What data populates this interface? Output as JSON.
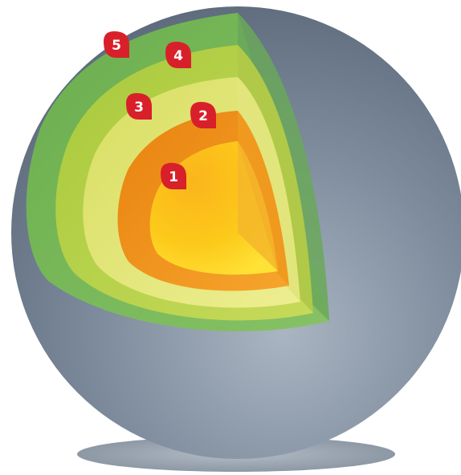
{
  "diagram": {
    "layer_markers": [
      {
        "label": "1",
        "color": "#d8202a"
      },
      {
        "label": "2",
        "color": "#d8202a"
      },
      {
        "label": "3",
        "color": "#d8202a"
      },
      {
        "label": "4",
        "color": "#d8202a"
      },
      {
        "label": "5",
        "color": "#d8202a"
      }
    ],
    "colors": {
      "sphere": "#7d8b9c",
      "layer5": "#79b85a",
      "layer4": "#b8d24a",
      "layer3": "#e4e879",
      "layer2": "#f2941a",
      "layer1": "#fcd21a",
      "shadow": "#9ba6b2"
    }
  }
}
